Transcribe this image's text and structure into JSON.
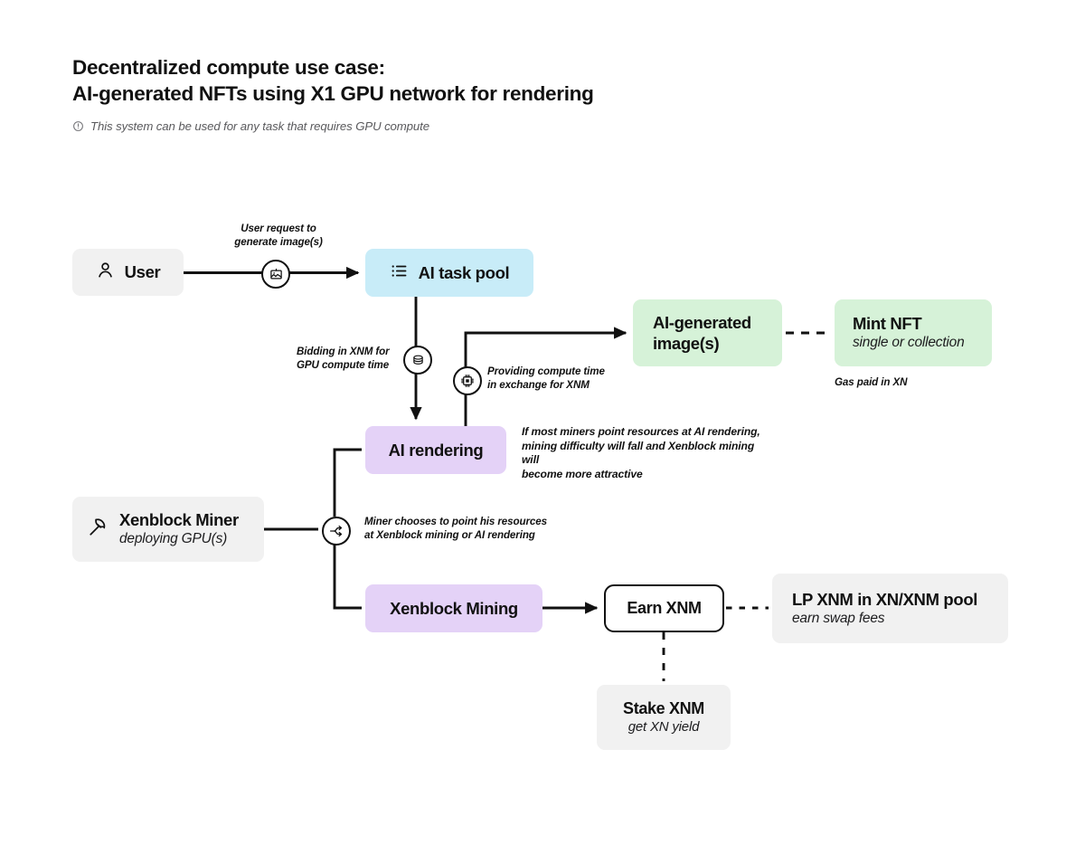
{
  "header": {
    "title_line1": "Decentralized compute use case:",
    "title_line2": "AI-generated NFTs using X1 GPU network for rendering",
    "subtitle": "This system can be used for any task that requires GPU compute",
    "subtitle_icon": "info-circle-icon"
  },
  "colors": {
    "gray": "#f1f1f1",
    "blue": "#c8ecf8",
    "green": "#d6f2d8",
    "purple": "#e4d2f7",
    "white": "#ffffff",
    "stroke": "#111111",
    "muted_text": "#59595c"
  },
  "nodes": {
    "user": {
      "title": "User",
      "subtitle": "",
      "icon": "person-icon",
      "style": "gray"
    },
    "ai_task_pool": {
      "title": "AI task pool",
      "subtitle": "",
      "icon": "list-icon",
      "style": "blue"
    },
    "ai_images": {
      "title": "AI-generated image(s)",
      "subtitle": "",
      "icon": "",
      "style": "green"
    },
    "mint_nft": {
      "title": "Mint NFT",
      "subtitle": "single or collection",
      "icon": "",
      "style": "green"
    },
    "ai_rendering": {
      "title": "AI rendering",
      "subtitle": "",
      "icon": "",
      "style": "purple"
    },
    "xenblock_miner": {
      "title": "Xenblock Miner",
      "subtitle": "deploying GPU(s)",
      "icon": "pickaxe-icon",
      "style": "gray"
    },
    "xenblock_mining": {
      "title": "Xenblock Mining",
      "subtitle": "",
      "icon": "",
      "style": "purple"
    },
    "earn_xnm": {
      "title": "Earn XNM",
      "subtitle": "",
      "icon": "",
      "style": "white"
    },
    "lp_xnm": {
      "title": "LP XNM in XN/XNM pool",
      "subtitle": "earn swap fees",
      "icon": "",
      "style": "gray"
    },
    "stake_xnm": {
      "title": "Stake XNM",
      "subtitle": "get XN yield",
      "icon": "",
      "style": "gray"
    }
  },
  "edge_labels": {
    "user_request": "User request to\ngenerate image(s)",
    "bidding": "Bidding in XNM for\nGPU compute time",
    "providing": "Providing compute time\nin exchange for XNM",
    "mining_difficulty": "If most miners point resources at AI rendering,\nmining difficulty will fall and Xenblock mining will\nbecome more attractive",
    "miner_chooses": "Miner chooses to point his resources\nat Xenblock mining or AI rendering",
    "gas": "Gas paid in XN"
  },
  "badges": {
    "image": "image-icon",
    "coins": "coins-icon",
    "chip": "cpu-chip-icon",
    "split": "branch-split-icon"
  },
  "chart_data": {
    "type": "diagram",
    "title": "Decentralized compute use case: AI-generated NFTs using X1 GPU network for rendering",
    "nodes": [
      {
        "id": "user",
        "label": "User",
        "color": "#f1f1f1"
      },
      {
        "id": "ai_task_pool",
        "label": "AI task pool",
        "color": "#c8ecf8"
      },
      {
        "id": "ai_rendering",
        "label": "AI rendering",
        "color": "#e4d2f7"
      },
      {
        "id": "ai_images",
        "label": "AI-generated image(s)",
        "color": "#d6f2d8"
      },
      {
        "id": "mint_nft",
        "label": "Mint NFT",
        "color": "#d6f2d8"
      },
      {
        "id": "xenblock_miner",
        "label": "Xenblock Miner",
        "color": "#f1f1f1"
      },
      {
        "id": "xenblock_mining",
        "label": "Xenblock Mining",
        "color": "#e4d2f7"
      },
      {
        "id": "earn_xnm",
        "label": "Earn XNM",
        "color": "#ffffff"
      },
      {
        "id": "lp_xnm",
        "label": "LP XNM in XN/XNM pool",
        "color": "#f1f1f1"
      },
      {
        "id": "stake_xnm",
        "label": "Stake XNM",
        "color": "#f1f1f1"
      }
    ],
    "edges": [
      {
        "from": "user",
        "to": "ai_task_pool",
        "label": "User request to generate image(s)",
        "style": "solid-arrow"
      },
      {
        "from": "ai_task_pool",
        "to": "ai_rendering",
        "label": "Bidding in XNM for GPU compute time",
        "style": "solid-arrow"
      },
      {
        "from": "ai_rendering",
        "to": "ai_images",
        "label": "Providing compute time in exchange for XNM",
        "style": "solid-arrow"
      },
      {
        "from": "ai_images",
        "to": "mint_nft",
        "label": "Gas paid in XN",
        "style": "dashed"
      },
      {
        "from": "xenblock_miner",
        "to": "ai_rendering",
        "label": "Miner chooses to point his resources at Xenblock mining or AI rendering",
        "style": "solid"
      },
      {
        "from": "xenblock_miner",
        "to": "xenblock_mining",
        "label": "",
        "style": "solid"
      },
      {
        "from": "xenblock_mining",
        "to": "earn_xnm",
        "label": "",
        "style": "solid-arrow"
      },
      {
        "from": "earn_xnm",
        "to": "lp_xnm",
        "label": "",
        "style": "dashed"
      },
      {
        "from": "earn_xnm",
        "to": "stake_xnm",
        "label": "",
        "style": "dashed"
      }
    ]
  }
}
